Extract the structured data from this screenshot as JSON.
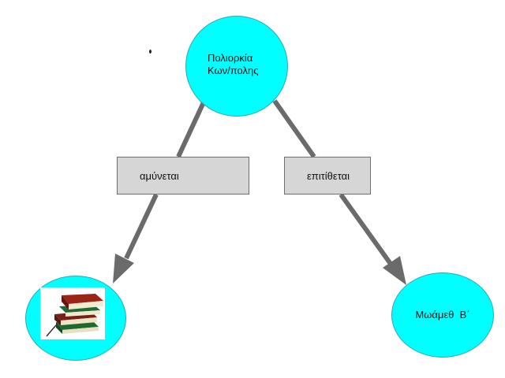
{
  "diagram": {
    "center_node": {
      "line1": "Πολιορκία",
      "line2": "Κων/πολης"
    },
    "left_relation": "αμύνεται",
    "right_relation": "επιτίθεται",
    "right_node": "Μωάμεθ  Β΄",
    "left_node_icon": "books-icon"
  },
  "colors": {
    "node_fill": "#00ffff",
    "box_fill": "#d6d6d6",
    "arrow": "#6b6b6b"
  }
}
